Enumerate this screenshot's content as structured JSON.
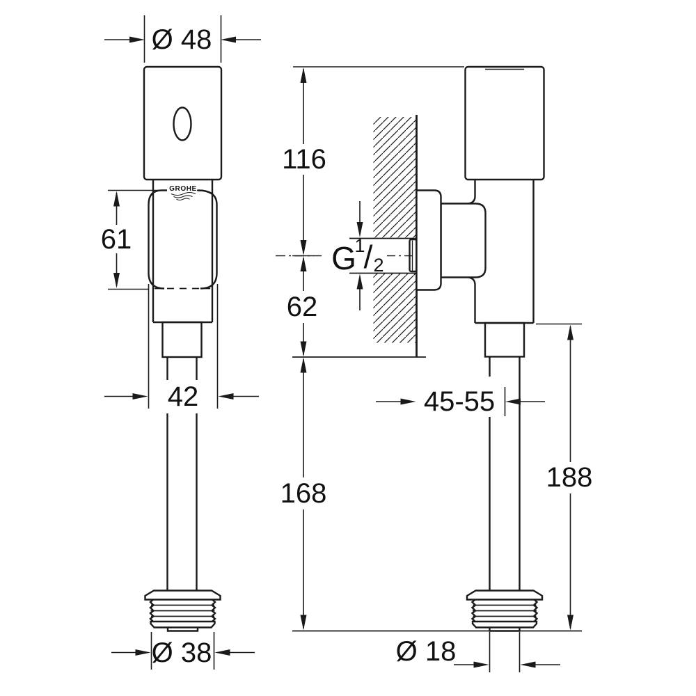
{
  "drawing": {
    "brand": "GROHE",
    "dimensions": {
      "head_diameter": "Ø 48",
      "sleeve_height": "61",
      "sleeve_width": "42",
      "union_diameter": "Ø 38",
      "top_to_inlet_center": "116",
      "inlet_to_outlet": "62",
      "wall_to_pipe_center": "45-55",
      "outlet_to_pipe_end": "168",
      "body_bottom_to_pipe_end": "188",
      "pipe_diameter": "Ø 18",
      "thread": {
        "letter": "G",
        "sup": "1",
        "slash": "/",
        "sub": "2"
      }
    }
  }
}
